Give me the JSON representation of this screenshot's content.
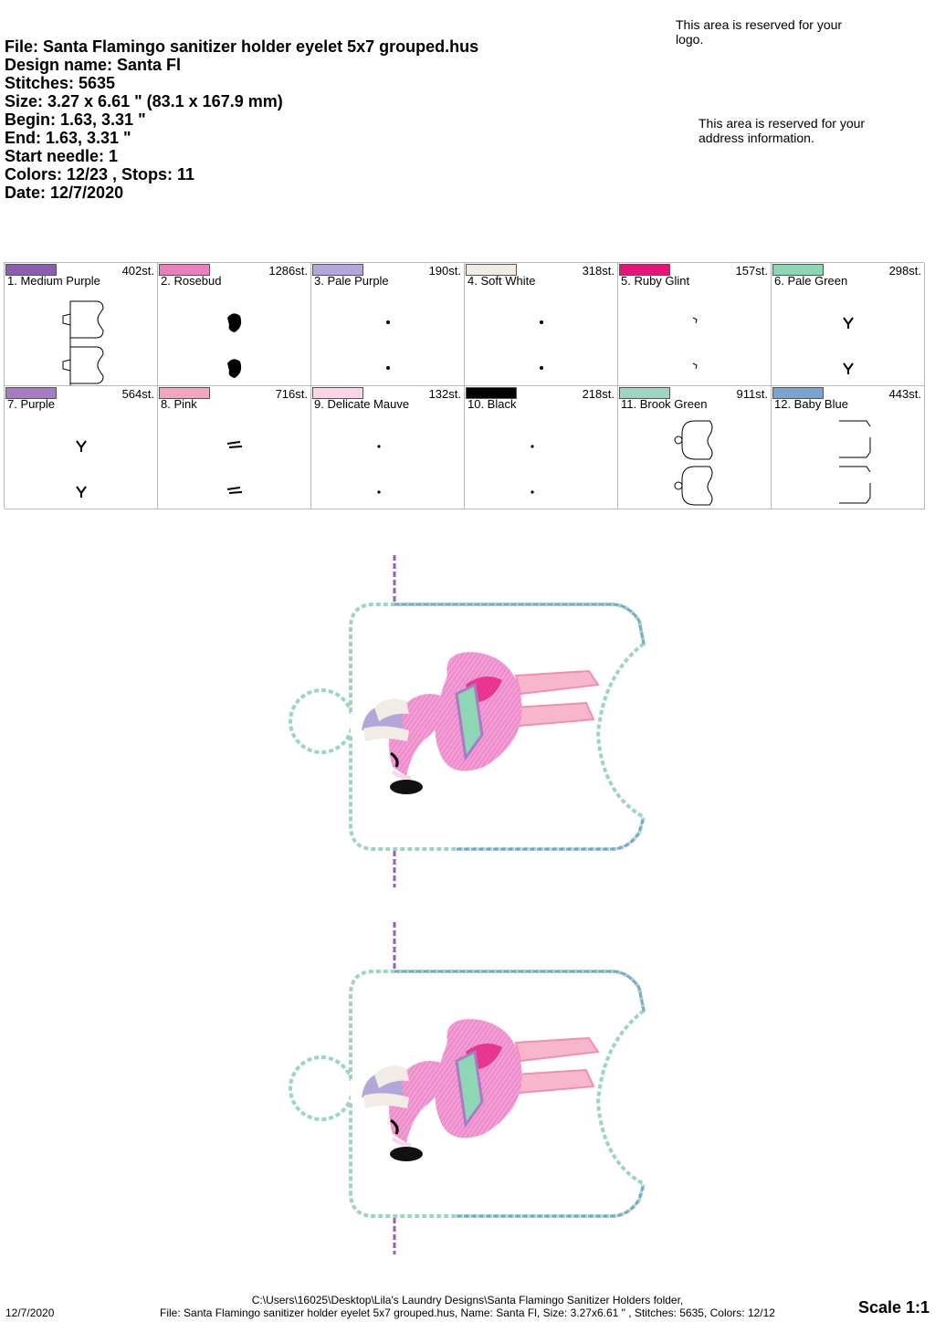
{
  "header": {
    "file": "File: Santa Flamingo sanitizer holder eyelet 5x7 grouped.hus",
    "design_name": "Design name: Santa Fl",
    "stitches": "Stitches: 5635",
    "size": "Size: 3.27 x 6.61 \" (83.1 x 167.9 mm)",
    "begin": "Begin: 1.63, 3.31 \"",
    "end": "End: 1.63, 3.31 \"",
    "start_needle": "Start needle: 1",
    "colors": "Colors: 12/23 , Stops: 11",
    "date": "Date: 12/7/2020"
  },
  "notes": {
    "logo": "This area is reserved for your logo.",
    "address": "This area is reserved for your address information."
  },
  "colors": [
    {
      "name": "1. Medium Purple",
      "stitches": "402st.",
      "hex": "#8a5fb0",
      "thumb": "outline"
    },
    {
      "name": "2. Rosebud",
      "stitches": "1286st.",
      "hex": "#e87fbf",
      "thumb": "body"
    },
    {
      "name": "3. Pale Purple",
      "stitches": "190st.",
      "hex": "#b3a7d9",
      "thumb": "dot"
    },
    {
      "name": "4. Soft White",
      "stitches": "318st.",
      "hex": "#f2ede4",
      "thumb": "dot"
    },
    {
      "name": "5. Ruby Glint",
      "stitches": "157st.",
      "hex": "#e5157a",
      "thumb": "tick"
    },
    {
      "name": "6. Pale Green",
      "stitches": "298st.",
      "hex": "#8fd6b7",
      "thumb": "fork"
    },
    {
      "name": "7. Purple",
      "stitches": "564st.",
      "hex": "#a77cc4",
      "thumb": "fork"
    },
    {
      "name": "8. Pink",
      "stitches": "716st.",
      "hex": "#f6a5c0",
      "thumb": "legs"
    },
    {
      "name": "9. Delicate Mauve",
      "stitches": "132st.",
      "hex": "#fcd3e8",
      "thumb": "speck"
    },
    {
      "name": "10. Black",
      "stitches": "218st.",
      "hex": "#000000",
      "thumb": "speck"
    },
    {
      "name": "11. Brook Green",
      "stitches": "911st.",
      "hex": "#9dd6bf",
      "thumb": "holder"
    },
    {
      "name": "12. Baby Blue",
      "stitches": "443st.",
      "hex": "#7aa3cf",
      "thumb": "brackets"
    }
  ],
  "footer": {
    "date": "12/7/2020",
    "path_line1": "C:\\Users\\16025\\Desktop\\Lila's Laundry Designs\\Santa Flamingo Sanitizer Holders folder,",
    "path_line2": "File: Santa Flamingo sanitizer holder eyelet 5x7 grouped.hus, Name: Santa Fl, Size: 3.27x6.61 \" , Stitches: 5635, Colors: 12/12",
    "scale": "Scale 1:1"
  }
}
